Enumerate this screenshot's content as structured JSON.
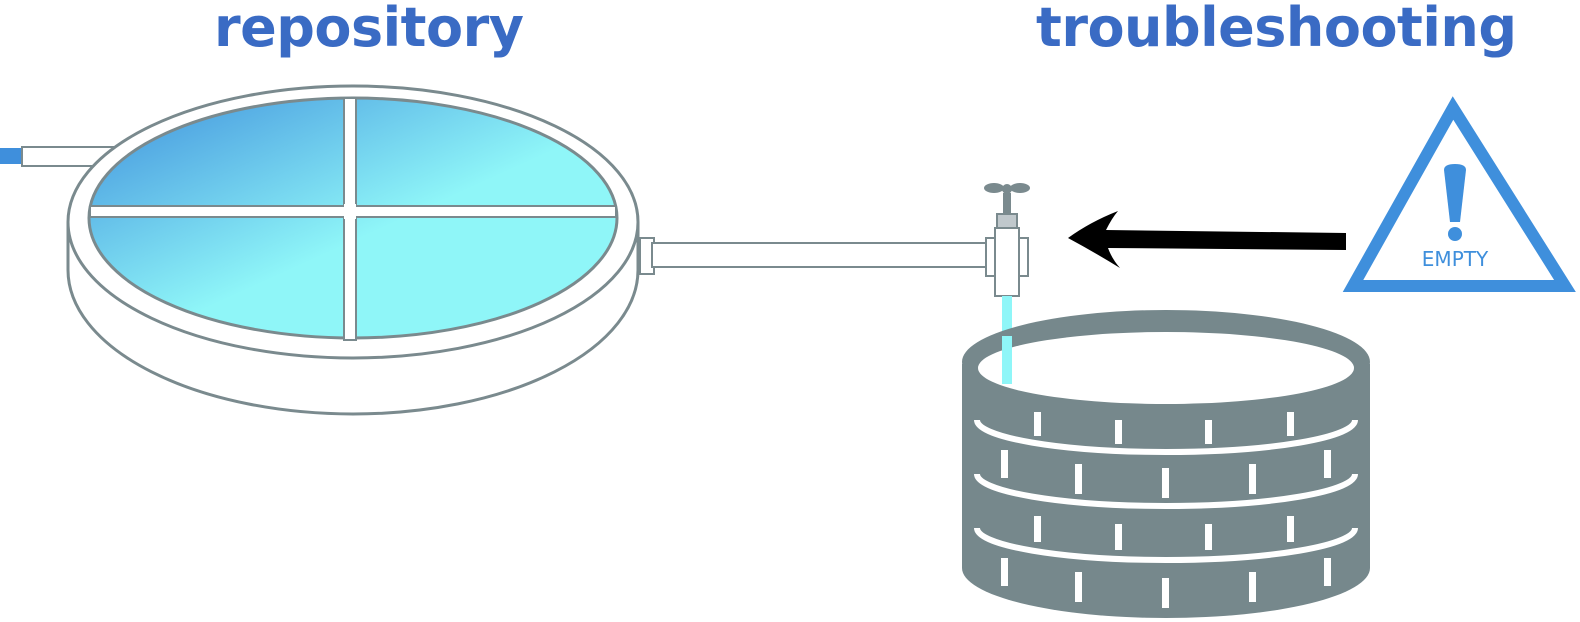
{
  "labels": {
    "repository": "repository",
    "troubleshooting": "troubleshooting",
    "warning_text": "EMPTY"
  },
  "icons": {
    "warning": "warning-triangle-icon",
    "faucet": "faucet-icon",
    "arrow": "arrow-left-icon"
  },
  "colors": {
    "title": "#3a6bc4",
    "outline": "#7a8a8e",
    "water_dark": "#3f8fdc",
    "water_light": "#8ff6f8",
    "warning": "#3f8fdc",
    "arrow": "#000000"
  }
}
